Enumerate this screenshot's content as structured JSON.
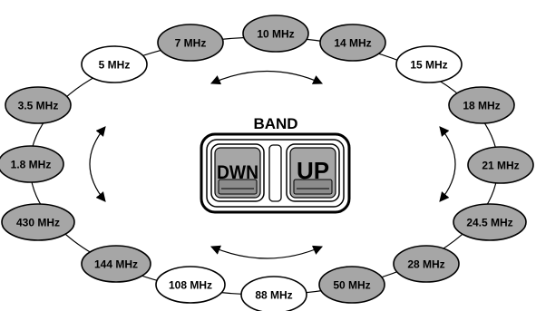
{
  "diagram": {
    "band_title": "BAND",
    "down_button_label": "DWN",
    "up_button_label": "UP",
    "bands": [
      {
        "label": "10 MHz",
        "style": "gray"
      },
      {
        "label": "14 MHz",
        "style": "gray"
      },
      {
        "label": "15 MHz",
        "style": "white"
      },
      {
        "label": "18 MHz",
        "style": "gray"
      },
      {
        "label": "21 MHz",
        "style": "gray"
      },
      {
        "label": "24.5 MHz",
        "style": "gray"
      },
      {
        "label": "28 MHz",
        "style": "gray"
      },
      {
        "label": "50 MHz",
        "style": "gray"
      },
      {
        "label": "88 MHz",
        "style": "white"
      },
      {
        "label": "108 MHz",
        "style": "white"
      },
      {
        "label": "144 MHz",
        "style": "gray"
      },
      {
        "label": "430 MHz",
        "style": "gray"
      },
      {
        "label": "1.8 MHz",
        "style": "gray"
      },
      {
        "label": "3.5 MHz",
        "style": "gray"
      },
      {
        "label": "5 MHz",
        "style": "white"
      },
      {
        "label": "7 MHz",
        "style": "gray"
      }
    ],
    "colors": {
      "gray_fill": "#a6a6a6",
      "white_fill": "#ffffff",
      "outline": "#000000"
    }
  }
}
